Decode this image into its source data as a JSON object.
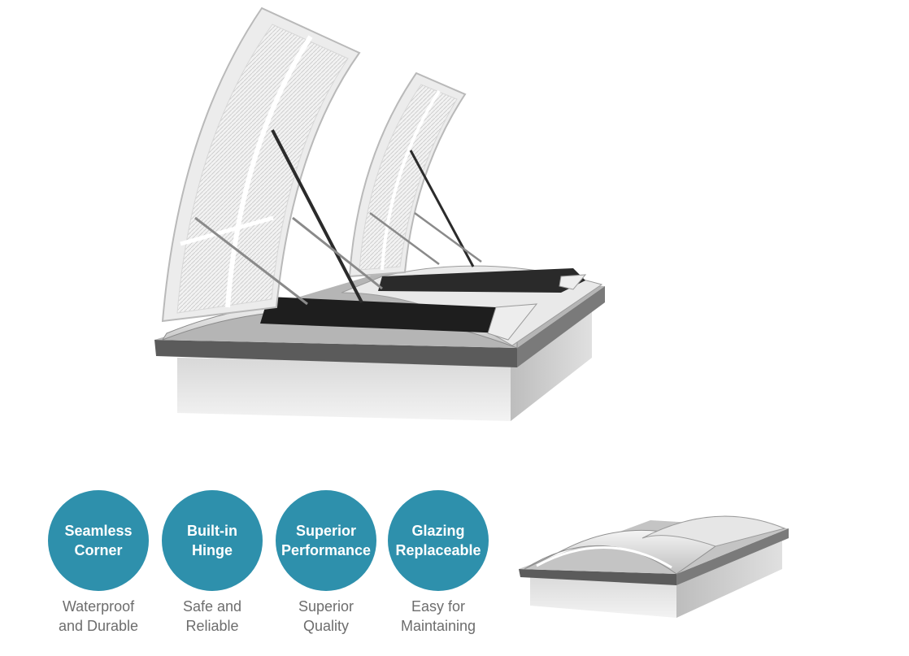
{
  "colors": {
    "badge": "#2e90ac",
    "badge_text": "#ffffff",
    "caption_text": "#6d6d6d",
    "frame_dark": "#5a5a5a",
    "base_light": "#e6e6e6"
  },
  "features": [
    {
      "badge": "Seamless\nCorner",
      "caption": "Waterproof\nand Durable"
    },
    {
      "badge": "Built-in\nHinge",
      "caption": "Safe and\nReliable"
    },
    {
      "badge": "Superior\nPerformance",
      "caption": "Superior\nQuality"
    },
    {
      "badge": "Glazing\nReplaceable",
      "caption": "Easy for\nMaintaining"
    }
  ]
}
